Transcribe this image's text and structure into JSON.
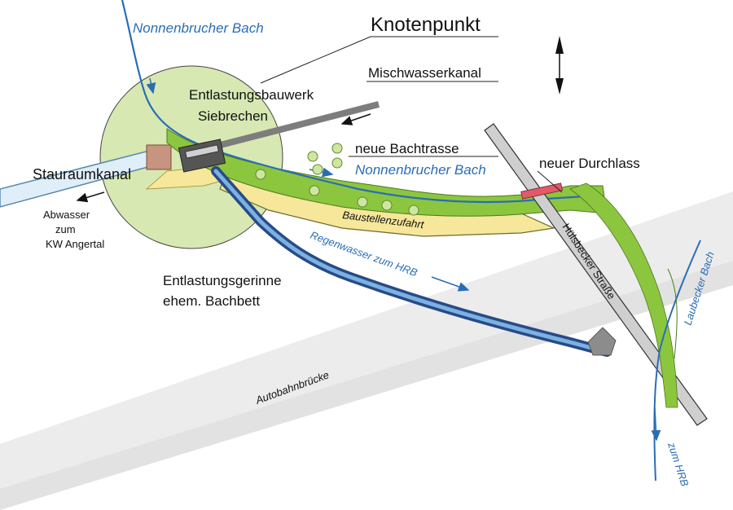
{
  "labels": {
    "nonnenbrucher_top": "Nonnenbrucher Bach",
    "knotenpunkt": "Knotenpunkt",
    "mischwasserkanal": "Mischwasserkanal",
    "entlastungsbauwerk": "Entlastungsbauwerk",
    "siebrechen": "Siebrechen",
    "stauraumkanal": "Stauraumkanal",
    "abwasser": "Abwasser",
    "zum": "zum",
    "kw_angertal": "KW Angertal",
    "neue_bachtrasse": "neue Bachtrasse",
    "nonnenbrucher_mid": "Nonnenbrucher Bach",
    "neuer_durchlass": "neuer Durchlass",
    "baustellenzufahrt": "Baustellenzufahrt",
    "regenwasser": "Regenwasser zum HRB",
    "entlastungsgerinne": "Entlastungsgerinne",
    "ehem_bachbett": "ehem. Bachbett",
    "huelsbecker": "Hülsbecker Straße",
    "laubecker": "Laubecker Bach",
    "zum_hrb": "zum HRB",
    "autobahnbruecke": "Autobahnbrücke"
  },
  "colors": {
    "water_blue": "#2a6db5",
    "knot_circle": "#d7e8b3",
    "road_yellow": "#f6e79a",
    "green_bank": "#8cc63f",
    "bridge_gray": "#e9e9e9",
    "street_gray": "#cfcfcf"
  },
  "icons": {
    "north_arrow": "north-arrow-icon",
    "flow_arrow": "flow-arrow-icon"
  }
}
